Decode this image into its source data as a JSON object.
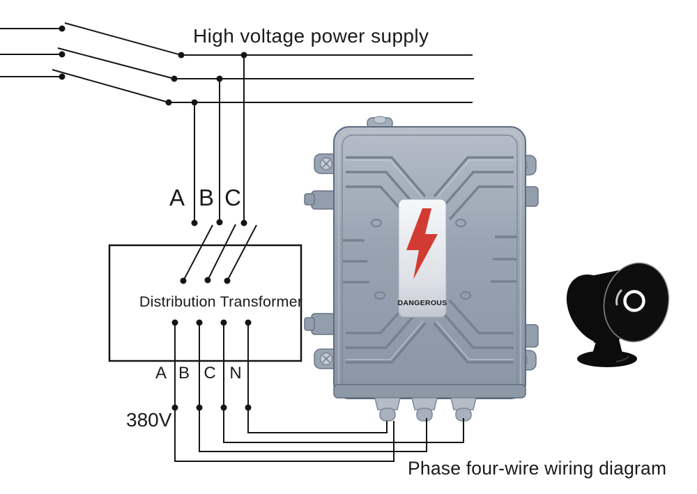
{
  "diagram": {
    "title": "High voltage power supply",
    "caption": "Phase four-wire wiring diagram",
    "transformer": {
      "label": "Distribution Transformer"
    },
    "primary_phases": [
      "A",
      "B",
      "C"
    ],
    "secondary_phases": [
      "A",
      "B",
      "C",
      "N"
    ],
    "secondary_voltage": "380V",
    "junction_box": {
      "warning_label": "DANGEROUS",
      "warning_icon": "lightning-bolt-icon",
      "cable_glands_count": "3"
    },
    "siren": {
      "icon": "siren-horn-icon"
    },
    "colors": {
      "wire": "#141414",
      "warning_red": "#d23b32",
      "box_body": "#98a3b2",
      "label_bg": "#eef0f3",
      "siren_black": "#0c0c0c"
    }
  }
}
